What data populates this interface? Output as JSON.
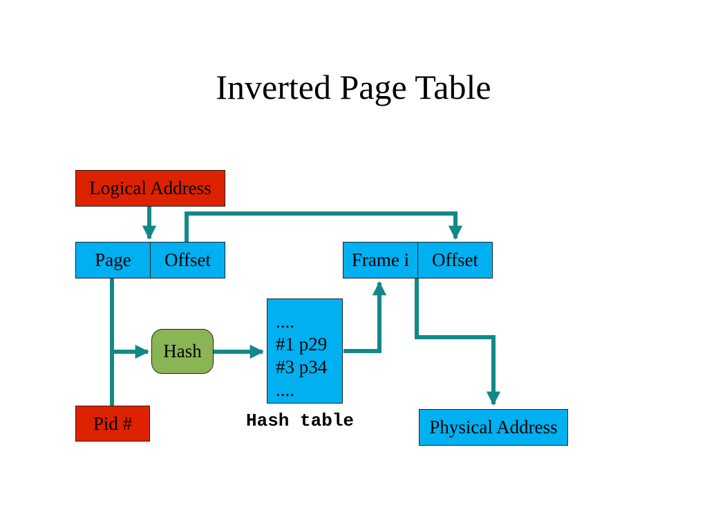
{
  "title": "Inverted Page Table",
  "logical_address": {
    "label": "Logical Address",
    "page_label": "Page",
    "offset_label": "Offset"
  },
  "pid_label": "Pid #",
  "hash_label": "Hash",
  "hash_table": {
    "rows": [
      "....",
      "#1 p29",
      "#3 p34",
      "...."
    ],
    "caption": "Hash table"
  },
  "physical": {
    "frame_label": "Frame i",
    "offset_label": "Offset",
    "address_label": "Physical Address"
  },
  "colors": {
    "arrow": "#138888",
    "red_box": "#dd2200",
    "blue_box": "#00b0f0",
    "hash_box": "#8ab554"
  }
}
